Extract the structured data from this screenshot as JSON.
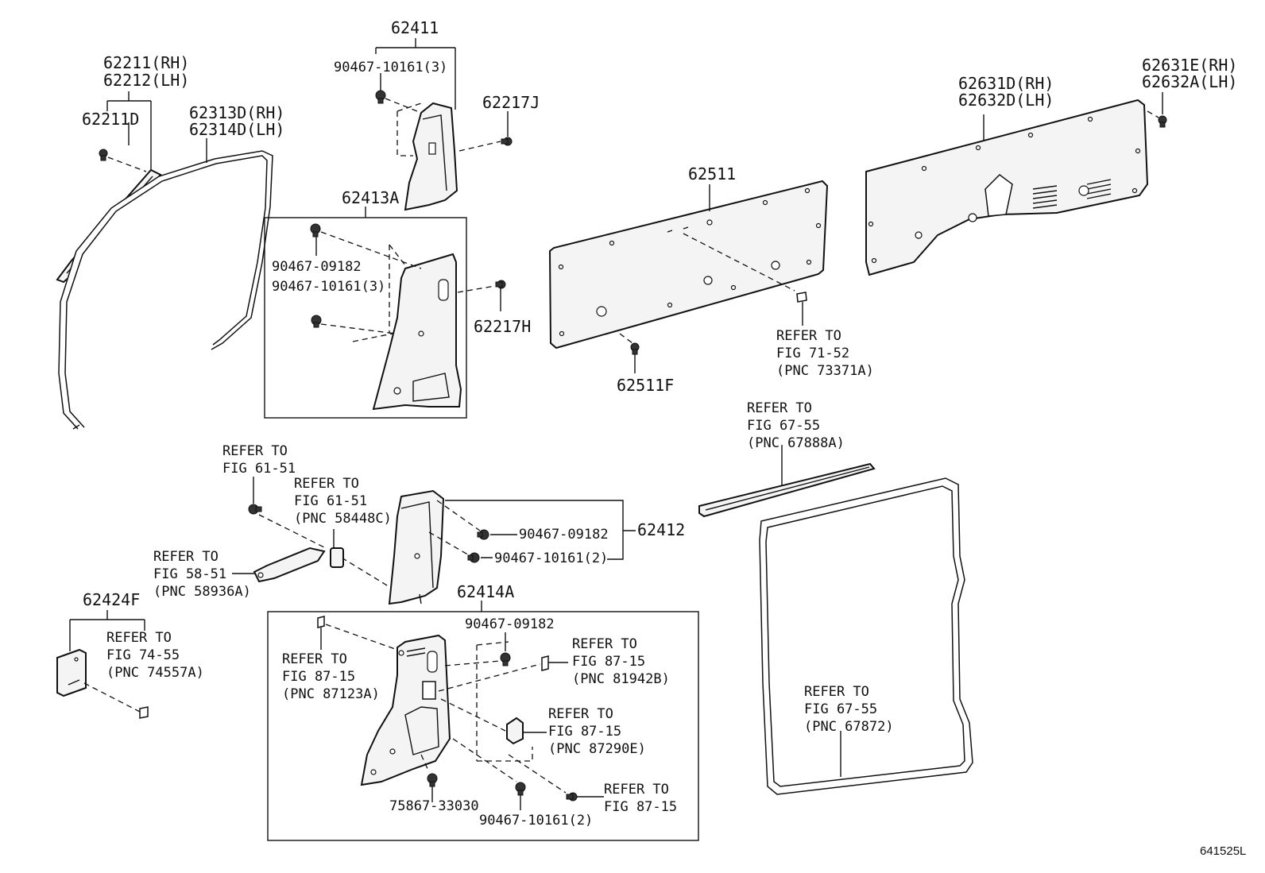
{
  "labels": {
    "p62211": "62211(RH)",
    "p62212": "62212(LH)",
    "p62211d": "62211D",
    "p62313d": "62313D(RH)",
    "p62314d": "62314D(LH)",
    "p62411": "62411",
    "p90467_10161_3_top": "90467-10161(3)",
    "p62217j": "62217J",
    "p62413a": "62413A",
    "p90467_09182_a": "90467-09182",
    "p90467_10161_3_mid": "90467-10161(3)",
    "p62217h": "62217H",
    "p62511": "62511",
    "p62511f": "62511F",
    "ref_7152": [
      "REFER TO",
      "FIG 71-52",
      "(PNC 73371A)"
    ],
    "p62631d": "62631D(RH)",
    "p62632d": "62632D(LH)",
    "p62631e": "62631E(RH)",
    "p62632a": "62632A(LH)",
    "ref_6751_top": [
      "REFER TO",
      "FIG 61-51"
    ],
    "ref_6151_pnc": [
      "REFER TO",
      "FIG 61-51",
      "(PNC 58448C)"
    ],
    "ref_5851": [
      "REFER TO",
      "FIG 58-51",
      "(PNC 58936A)"
    ],
    "p90467_09182_b": "90467-09182",
    "p90467_10161_2_a": "90467-10161(2)",
    "p62412": "62412",
    "p62424f": "62424F",
    "ref_7455": [
      "REFER TO",
      "FIG 74-55",
      "(PNC 74557A)"
    ],
    "p62414a": "62414A",
    "p90467_09182_c": "90467-09182",
    "ref_8715_a": [
      "REFER TO",
      "FIG 87-15",
      "(PNC 87123A)"
    ],
    "ref_8715_b": [
      "REFER TO",
      "FIG 87-15",
      "(PNC 81942B)"
    ],
    "ref_8715_c": [
      "REFER TO",
      "FIG 87-15",
      "(PNC 87290E)"
    ],
    "ref_8715_d": [
      "REFER TO",
      "FIG 87-15"
    ],
    "p75867": "75867-33030",
    "p90467_10161_2_b": "90467-10161(2)",
    "ref_6755_a": [
      "REFER TO",
      "FIG 67-55",
      "(PNC 67888A)"
    ],
    "ref_6755_b": [
      "REFER TO",
      "FIG 67-55",
      "(PNC 67872)"
    ],
    "diagram_code": "641525L"
  }
}
